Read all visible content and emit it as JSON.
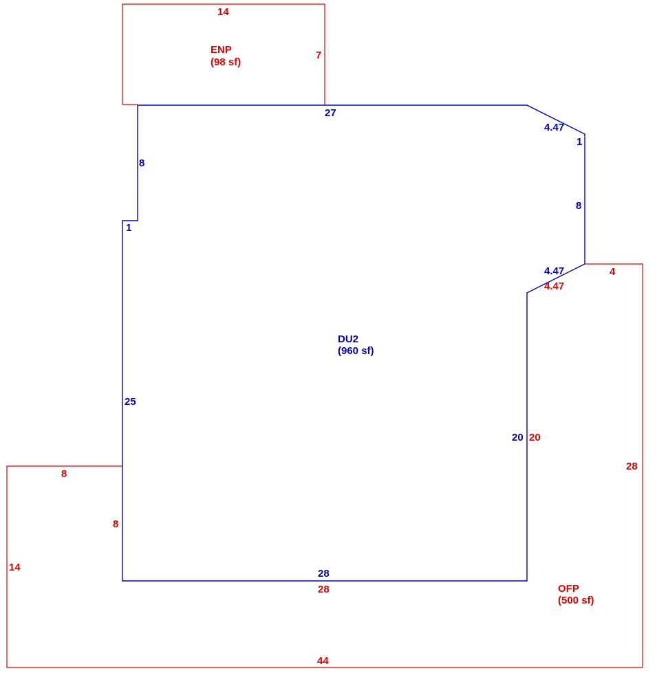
{
  "colors": {
    "dwelling": "#0000c0",
    "attachment": "#e00000",
    "background": "#ffffff"
  },
  "areas": {
    "enp": {
      "name": "ENP",
      "area": "(98 sf)"
    },
    "du2": {
      "name": "DU2",
      "area": "(960 sf)"
    },
    "ofp": {
      "name": "OFP",
      "area": "(500 sf)"
    }
  },
  "dimensions": {
    "enp_top": "14",
    "enp_right": "7",
    "du2_top": "27",
    "du2_diag_top": "4.47",
    "du2_step_right": "1",
    "du2_right_upper": "8",
    "du2_diag_lower": "4.47",
    "du2_left_upper": "8",
    "du2_step_left": "1",
    "du2_left_lower": "25",
    "du2_right_lower": "20",
    "du2_bottom": "28",
    "ofp_diag": "4.47",
    "ofp_top": "4",
    "ofp_inner_left": "20",
    "ofp_right": "28",
    "ofp_inner_bottom": "28",
    "ofp_bottom": "44",
    "ofp_left": "14",
    "ofp_top_left": "8",
    "ofp_inner_left_short": "8"
  }
}
